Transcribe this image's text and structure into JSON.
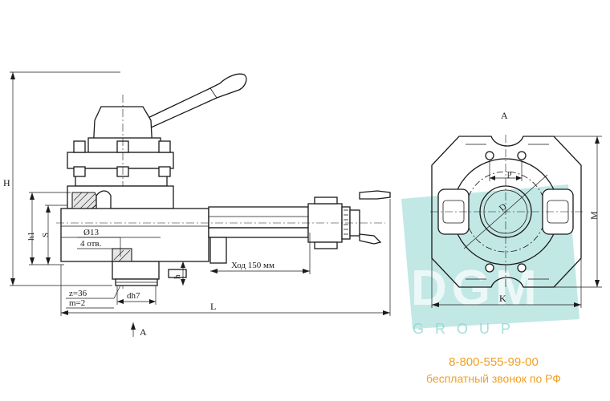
{
  "labels": {
    "H": "H",
    "h1": "h1",
    "S": "S",
    "h": "h",
    "L": "L",
    "dh7": "dh7",
    "d13": "Ø13",
    "holes": "4 отв.",
    "stroke": "Ход 150 мм",
    "z": "z=36",
    "m": "m=2",
    "arrow_a": "A",
    "view_a": "A",
    "p": "p",
    "D": "D",
    "M": "M",
    "K": "K"
  },
  "watermark": {
    "brand": "DGM",
    "sub": "GROUP"
  },
  "contact": {
    "phone": "8-800-555-99-00",
    "note": "бесплатный звонок по РФ"
  },
  "colors": {
    "line": "#1a1a1a",
    "watermark": "#8fd6cf",
    "contact": "#f0a028"
  }
}
